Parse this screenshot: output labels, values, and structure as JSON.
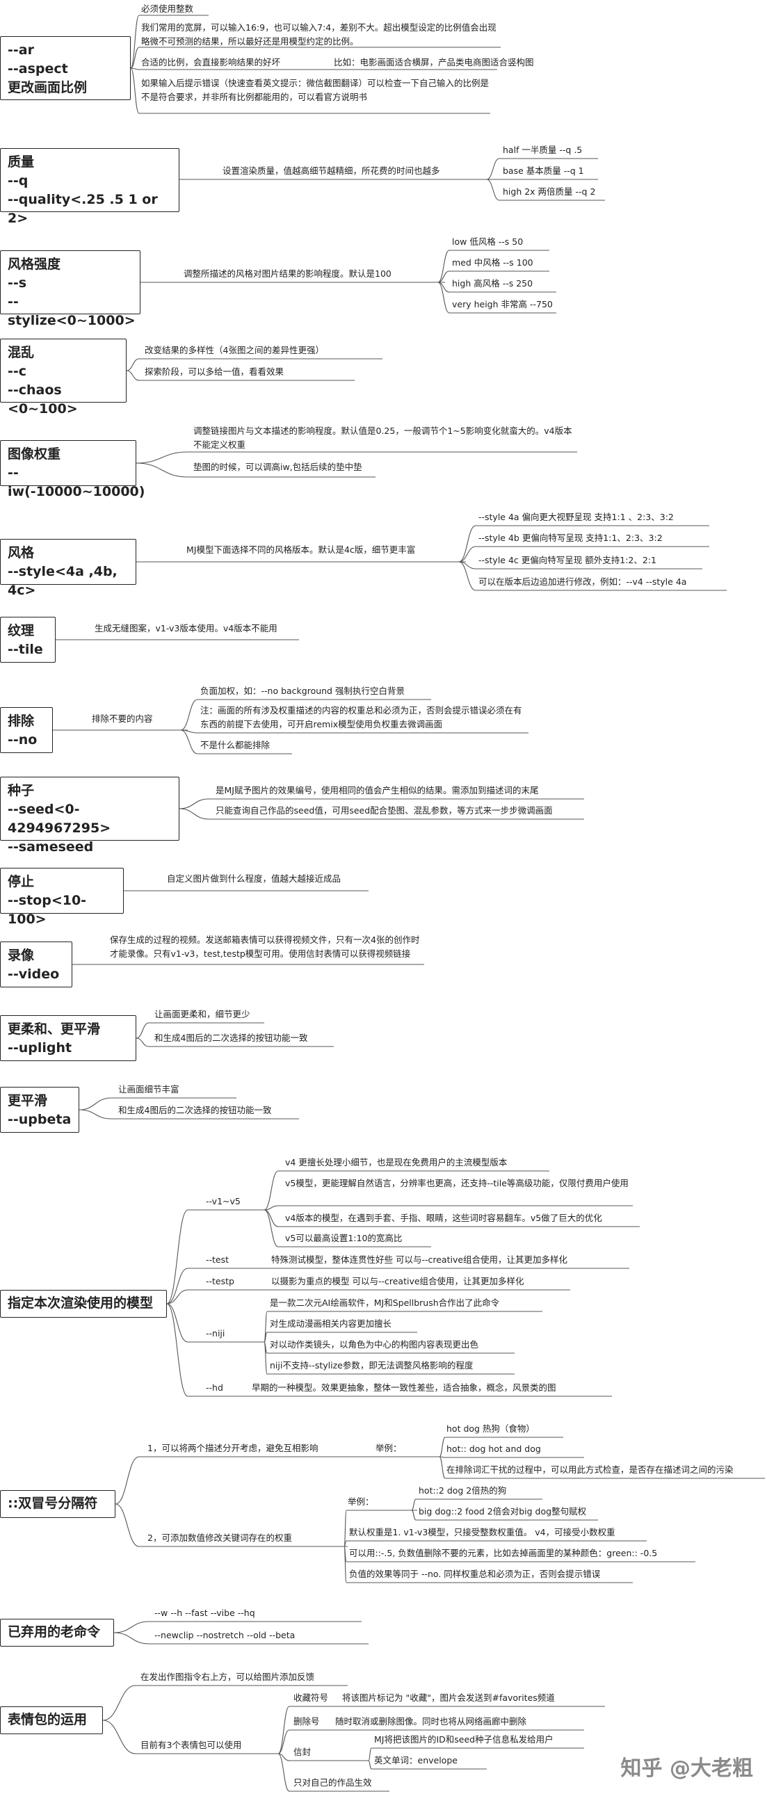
{
  "nodes": {
    "ar": {
      "title": "--ar\n--aspect\n更改画面比例",
      "b1": "必须使用整数",
      "b2": "我们常用的宽屏，可以输入16:9，也可以输入7:4，差别不大。超出模型设定的比例值会出现略微不可预测的结果，所以最好还是用模型约定的比例。",
      "b3": "合适的比例，会直接影响结果的好坏",
      "b3ex": "比如：电影画面适合横屏，产品类电商图适合竖构图",
      "b4": "如果输入后提示错误（快速查看英文提示：微信截图翻译）可以检查一下自己输入的比例是不是符合要求，并非所有比例都能用的，可以看官方说明书"
    },
    "quality": {
      "title": "质量\n--q\n--quality<.25  .5  1 or 2>",
      "desc": "设置渲染质量，值越高细节越精细，所花费的时间也越多",
      "opts": [
        "half 一半质量   --q .5",
        "base 基本质量   --q 1",
        "high 2x 两倍质量   --q 2"
      ]
    },
    "stylize": {
      "title": "风格强度\n--s\n--stylize<0~1000>",
      "desc": "调整所描述的风格对图片结果的影响程度。默认是100",
      "opts": [
        "low  低风格  --s 50",
        "med 中风格  --s 100",
        "high 高风格  --s 250",
        "very heigh 非常高  --750"
      ]
    },
    "chaos": {
      "title": "混乱\n--c\n--chaos <0~100>",
      "b1": "改变结果的多样性（4张图之间的差异性更强）",
      "b2": "探索阶段，可以多给一值，看看效果"
    },
    "iw": {
      "title": "图像权重\n--iw(-10000~10000)",
      "b1": "调整链接图片与文本描述的影响程度。默认值是0.25，一般调节个1~5影响变化就蛮大的。v4版本不能定义权重",
      "b2": "垫图的时候，可以调高iw,包括后续的垫中垫"
    },
    "style": {
      "title": "风格\n--style<4a ,4b, 4c>",
      "desc": "MJ模型下面选择不同的风格版本。默认是4c版，细节更丰富",
      "opts": [
        "--style 4a    偏向更大视野呈现    支持1:1 、2:3、3:2",
        "--style 4b    更偏向特写呈现      支持1:1、2:3、3:2",
        "--style 4c    更偏向特写呈现      额外支持1:2、2:1",
        "可以在版本后边追加进行修改，例如：--v4   --style 4a"
      ]
    },
    "tile": {
      "title": "纹理\n--tile",
      "desc": "生成无缝图案，v1-v3版本使用。v4版本不能用"
    },
    "no": {
      "title": "排除\n--no",
      "desc": "排除不要的内容",
      "b1": "负面加权，如：--no background 强制执行空白背景",
      "b2": "注：画面的所有涉及权重描述的内容的权重总和必须为正，否则会提示错误必须在有东西的前提下去使用，可开启remix模型使用负权重去微调画面",
      "b3": "不是什么都能排除"
    },
    "seed": {
      "title": "种子\n--seed<0-4294967295>\n--sameseed",
      "b1": "是MJ赋予图片的效果编号，使用相同的值会产生相似的结果。需添加到描述词的末尾",
      "b2": "只能查询自己作品的seed值，可用seed配合垫图、混乱参数，等方式来一步步微调画面"
    },
    "stop": {
      "title": "停止\n--stop<10-100>",
      "desc": "自定义图片做到什么程度，值越大越接近成品"
    },
    "video": {
      "title": "录像\n--video",
      "desc": "保存生成的过程的视频。发送邮箱表情可以获得视频文件，只有一次4张的创作时才能录像。只有v1-v3，test,testp模型可用。使用信封表情可以获得视频链接"
    },
    "uplight": {
      "title": "更柔和、更平滑\n--uplight",
      "b1": "让画面更柔和，细节更少",
      "b2": "和生成4图后的二次选择的按钮功能一致"
    },
    "upbeta": {
      "title": "更平滑\n--upbeta",
      "b1": "让画面细节丰富",
      "b2": "和生成4图后的二次选择的按钮功能一致"
    },
    "model": {
      "title": "指定本次渲染使用的模型",
      "v": "--v1~v5",
      "v_items": [
        "v4 更擅长处理小细节，也是现在免费用户的主流模型版本",
        "v5模型，更能理解自然语言，分辨率也更高，还支持--tile等高级功能，仅限付费用户使用",
        "v4版本的模型，在遇到手套、手指、眼睛，这些词时容易翻车。v5做了巨大的优化",
        "v5可以最高设置1:10的宽高比"
      ],
      "test": "--test",
      "test_d": "特殊测试模型，整体连贯性好些    可以与--creative组合使用，让其更加多样化",
      "testp": "--testp",
      "testp_d": "以摄影为重点的模型    可以与--creative组合使用，让其更加多样化",
      "niji": "--niji",
      "niji_items": [
        "是一款二次元AI绘画软件，MJ和Spellbrush合作出了此命令",
        "对生成动漫画相关内容更加擅长",
        "对以动作类镜头，以角色为中心的构图内容表现更出色",
        "niji不支持--stylize参数，即无法调整风格影响的程度"
      ],
      "hd": "--hd",
      "hd_d": "早期的一种模型。效果更抽象，整体一致性差些，适合抽象，概念，风景类的图"
    },
    "dcolon": {
      "title": "::双冒号分隔符",
      "p1": "1，可以将两个描述分开考虑，避免互相影响",
      "p1_ex": "举例：",
      "p1_items": [
        "hot dog     热狗（食物）",
        "hot:: dog     hot   and  dog",
        "在排除词汇干扰的过程中，可以用此方式检查，是否存在描述词之间的污染"
      ],
      "p2": "2，可添加数值修改关键词存在的权重",
      "p2_ex": "举例：",
      "p2_ex_items": [
        "hot::2 dog     2倍热的狗",
        "big dog::2 food     2倍会对big dog整句赋权"
      ],
      "p2_items": [
        "默认权重是1. v1-v3模型，只接受整数权重值。  v4，可接受小数权重",
        "可以用::-.5, 负数值删除不要的元素，比如去掉画面里的某种颜色：green:: -0.5",
        "负值的效果等同于 --no. 同样权重总和必须为正，否则会提示错误"
      ]
    },
    "old": {
      "title": "已弃用的老命令",
      "r1": "--w     --h     --fast    --vibe     --hq",
      "r2": "--newclip     --nostretch     --old     --beta"
    },
    "emoji": {
      "title": "表情包的运用",
      "b1": "在发出作图指令右上方，可以给图片添加反馈",
      "b2": "目前有3个表情包可以使用",
      "items": [
        {
          "k": "收藏符号",
          "v": "将该图片标记为 \"收藏\"，图片会发送到#favorites频道"
        },
        {
          "k": "删除号",
          "v": "随时取消或删除图像。同时也将从网络画廊中删除"
        },
        {
          "k": "信封",
          "v": "MJ将把该图片的ID和seed种子信息私发给用户",
          "v2": "英文单词：envelope"
        }
      ],
      "b3": "只对自己的作品生效"
    }
  },
  "watermark": "知乎 @大老粗"
}
